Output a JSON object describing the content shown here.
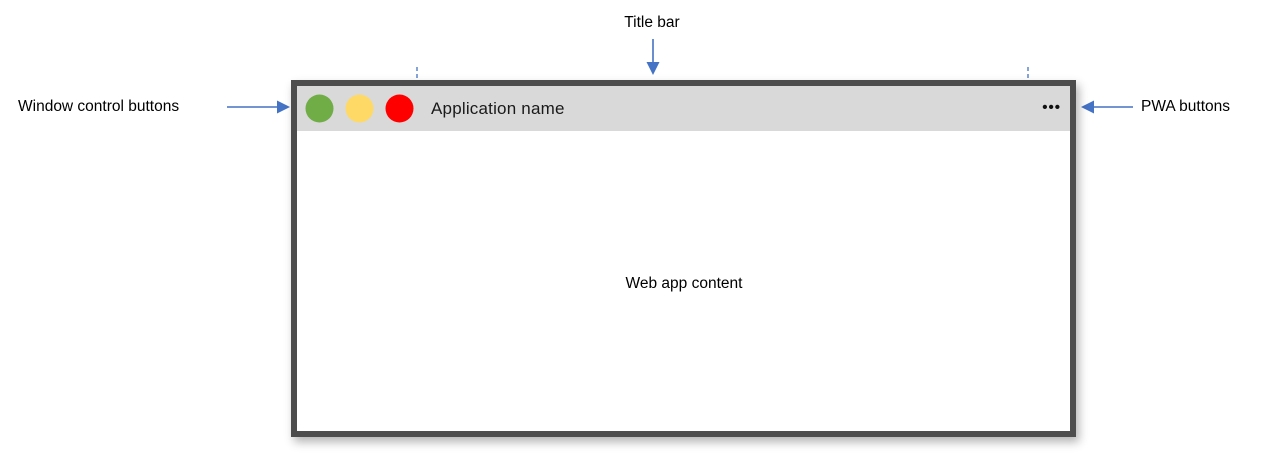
{
  "annotations": {
    "title_bar": "Title bar",
    "window_controls": "Window control buttons",
    "pwa_buttons": "PWA buttons",
    "web_app_content": "Web app content"
  },
  "window": {
    "title": "Application name",
    "pwa_menu_glyph": "•••",
    "controls": [
      {
        "name": "green-control",
        "color": "#70AD47"
      },
      {
        "name": "yellow-control",
        "color": "#FFD966"
      },
      {
        "name": "red-control",
        "color": "#FF0000"
      }
    ]
  },
  "colors": {
    "annotation_blue": "#4472C4",
    "window_border": "#4D4D4D",
    "title_bar_bg": "#D9D9D9",
    "content_bg": "#FFFFFF"
  }
}
